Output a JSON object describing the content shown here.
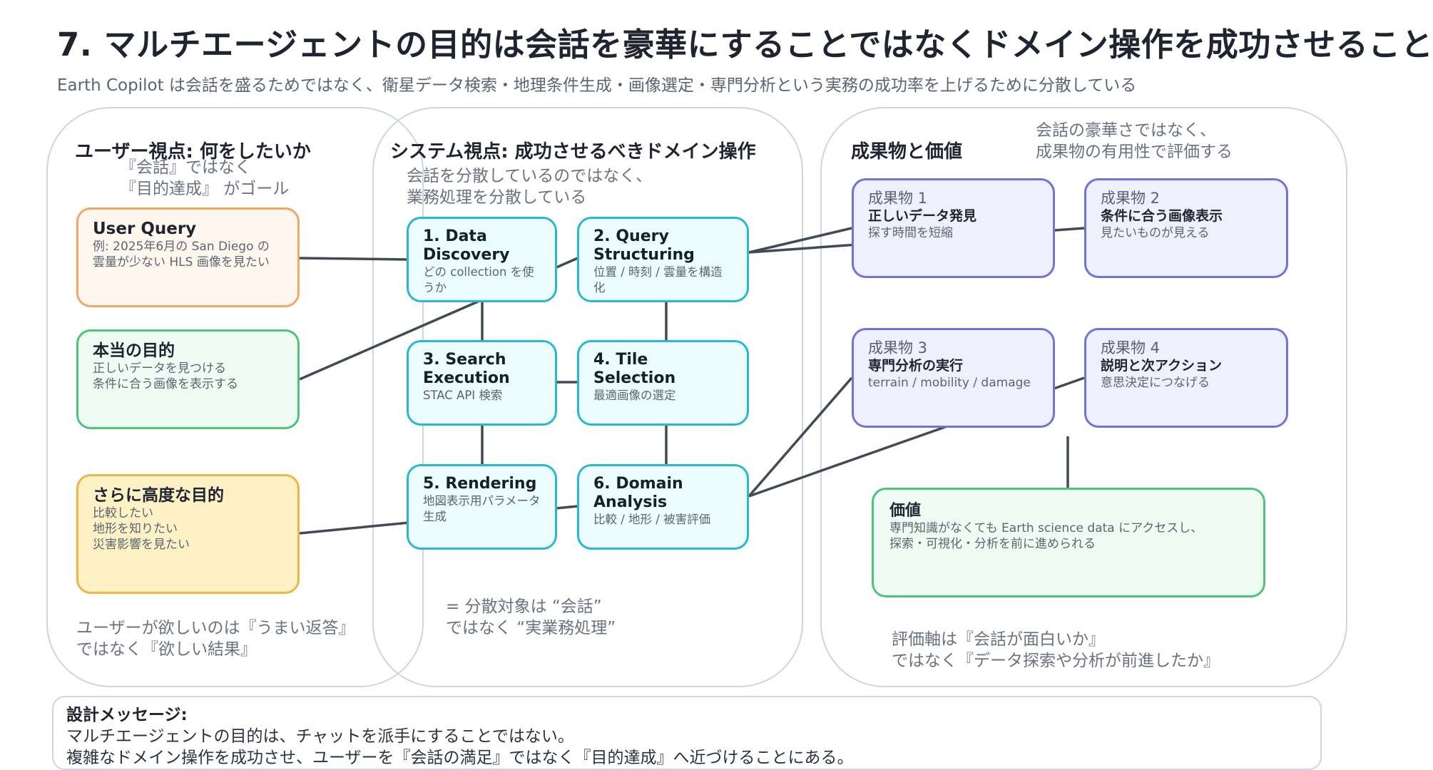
{
  "title": "7. マルチエージェントの目的は会話を豪華にすることではなくドメイン操作を成功させること",
  "subtitle": "Earth Copilot は会話を盛るためではなく、衛星データ検索・地理条件生成・画像選定・専門分析という実務の成功率を上げるために分散している",
  "user_panel": {
    "title": "ユーザー視点: 何をしたいか",
    "note_top": "『会話』ではなく\n『目的達成』 がゴール",
    "query": {
      "title": "User Query",
      "desc": "例: 2025年6月の San Diego の\n雲量が少ない HLS 画像を見たい"
    },
    "goal": {
      "title": "本当の目的",
      "desc": "正しいデータを見つける\n条件に合う画像を表示する"
    },
    "advanced": {
      "title": "さらに高度な目的",
      "desc": "比較したい\n地形を知りたい\n災害影響を見たい"
    },
    "note_bottom": "ユーザーが欲しいのは『うまい返答』\nではなく『欲しい結果』"
  },
  "system_panel": {
    "title": "システム視点: 成功させるべきドメイン操作",
    "note_top": "会話を分散しているのではなく、\n業務処理を分散している",
    "steps": [
      {
        "title": "1. Data Discovery",
        "desc": "どの collection を使うか"
      },
      {
        "title": "2. Query Structuring",
        "desc": "位置 / 時刻 / 雲量を構造化"
      },
      {
        "title": "3. Search Execution",
        "desc": "STAC API 検索"
      },
      {
        "title": "4. Tile Selection",
        "desc": "最適画像の選定"
      },
      {
        "title": "5. Rendering",
        "desc": "地図表示用パラメータ生成"
      },
      {
        "title": "6. Domain Analysis",
        "desc": "比較 / 地形 / 被害評価"
      }
    ],
    "note_bottom": "= 分散対象は “会話”\nではなく “実業務処理”"
  },
  "value_panel": {
    "title": "成果物と価値",
    "note_top": "会話の豪華さではなく、\n成果物の有用性で評価する",
    "outputs": [
      {
        "title": "成果物 1",
        "sub": "正しいデータ発見",
        "desc": "探す時間を短縮"
      },
      {
        "title": "成果物 2",
        "sub": "条件に合う画像表示",
        "desc": "見たいものが見える"
      },
      {
        "title": "成果物 3",
        "sub": "専門分析の実行",
        "desc": "terrain / mobility / damage"
      },
      {
        "title": "成果物 4",
        "sub": "説明と次アクション",
        "desc": "意思決定につなげる"
      }
    ],
    "value": {
      "title": "価値",
      "desc": "専門知識がなくても Earth science data にアクセスし、\n探索・可視化・分析を前に進められる"
    },
    "note_bottom": "評価軸は『会話が面白いか』\nではなく『データ探索や分析が前進したか』"
  },
  "design_message": {
    "label": "設計メッセージ:",
    "line1": "マルチエージェントの目的は、チャットを派手にすることではない。",
    "line2": "複雑なドメイン操作を成功させ、ユーザーを『会話の満足』ではなく『目的達成』へ近づけることにある。"
  }
}
